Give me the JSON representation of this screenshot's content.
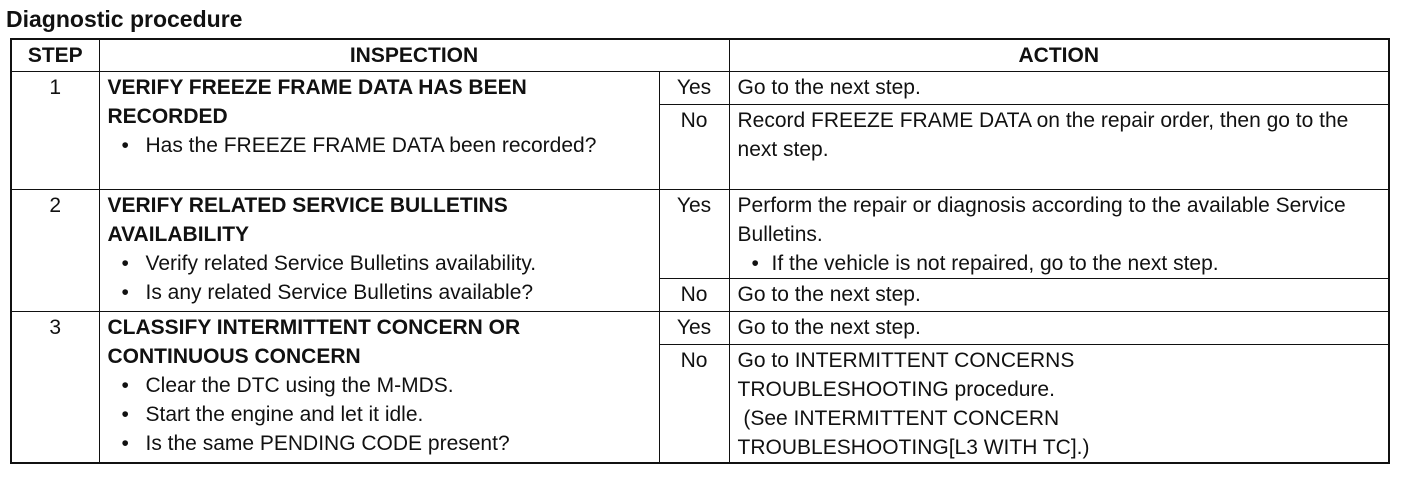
{
  "title": "Diagnostic procedure",
  "headers": {
    "step": "STEP",
    "inspection": "INSPECTION",
    "action": "ACTION"
  },
  "steps": [
    {
      "num": "1",
      "title": "VERIFY FREEZE FRAME DATA HAS BEEN RECORDED",
      "bullets": [
        "Has the FREEZE FRAME DATA been recorded?"
      ],
      "yes_label": "Yes",
      "yes_action": "Go to the next step.",
      "no_label": "No",
      "no_action": "Record FREEZE FRAME DATA on the repair order, then go to the next step."
    },
    {
      "num": "2",
      "title": "VERIFY RELATED SERVICE BULLETINS AVAILABILITY",
      "bullets": [
        "Verify related Service Bulletins availability.",
        "Is any related Service Bulletins available?"
      ],
      "yes_label": "Yes",
      "yes_action": "Perform the repair or diagnosis according to the available Service Bulletins.",
      "yes_bullets": [
        "If the vehicle is not repaired, go to the next step."
      ],
      "no_label": "No",
      "no_action": "Go to the next step."
    },
    {
      "num": "3",
      "title": "CLASSIFY INTERMITTENT CONCERN OR CONTINUOUS CONCERN",
      "bullets": [
        "Clear the DTC using the M-MDS.",
        "Start the engine and let it idle.",
        "Is the same PENDING CODE present?"
      ],
      "yes_label": "Yes",
      "yes_action": "Go to the next step.",
      "no_label": "No",
      "no_action_lines": [
        "Go to INTERMITTENT CONCERNS",
        "TROUBLESHOOTING procedure.",
        " (See INTERMITTENT CONCERN",
        "TROUBLESHOOTING[L3 WITH TC].)"
      ]
    }
  ]
}
